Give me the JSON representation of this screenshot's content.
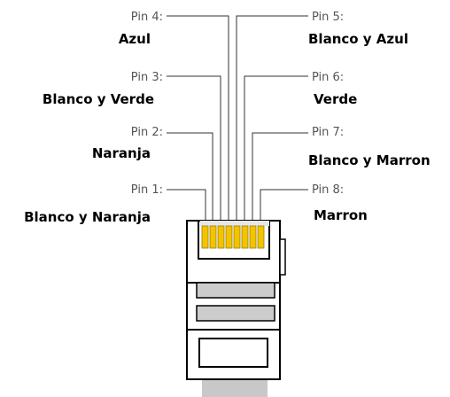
{
  "pins": [
    {
      "pin": "Pin 1:",
      "color": "Blanco y Naranja"
    },
    {
      "pin": "Pin 2:",
      "color": "Naranja"
    },
    {
      "pin": "Pin 3:",
      "color": "Blanco y Verde"
    },
    {
      "pin": "Pin 4:",
      "color": "Azul"
    },
    {
      "pin": "Pin 5:",
      "color": "Blanco y Azul"
    },
    {
      "pin": "Pin 6:",
      "color": "Verde"
    },
    {
      "pin": "Pin 7:",
      "color": "Blanco y Marron"
    },
    {
      "pin": "Pin 8:",
      "color": "Marron"
    }
  ],
  "colors": {
    "contact": "#f2c400",
    "contact_outline": "#9a7a00",
    "window": "#cccccc",
    "cable": "#c8c8c8",
    "outline": "#000000",
    "lead": "#333333"
  }
}
